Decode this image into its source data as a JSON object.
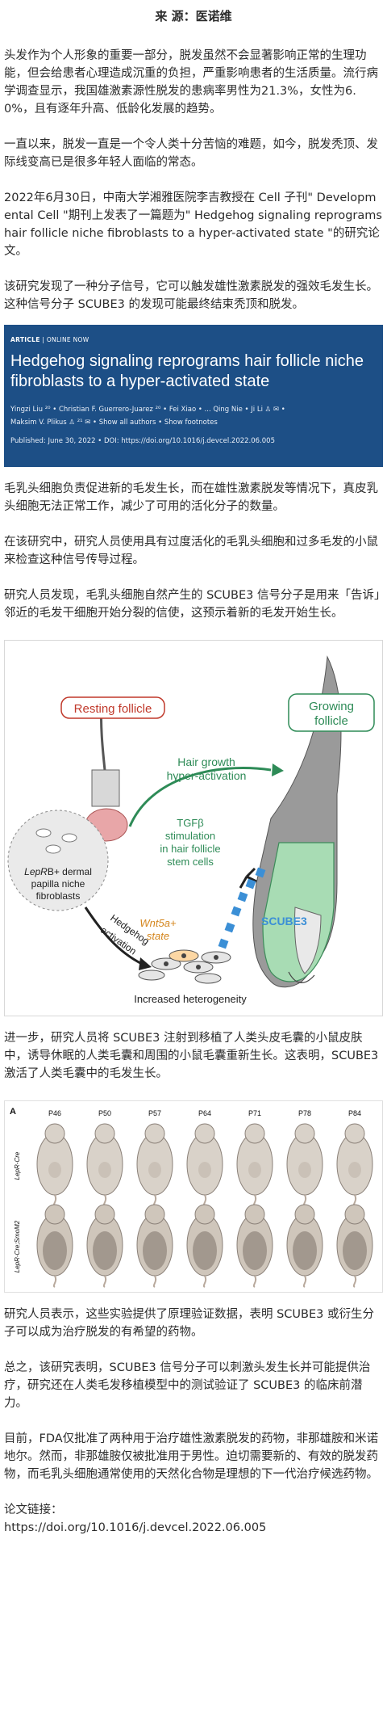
{
  "source": "来 源：医诺维",
  "paragraphs": {
    "p1": "头发作为个人形象的重要一部分，脱发虽然不会显著影响正常的生理功能，但会给患者心理造成沉重的负担，严重影响患者的生活质量。流行病学调查显示，我国雄激素源性脱发的患病率男性为21.3%，女性为6.0%，且有逐年升高、低龄化发展的趋势。",
    "p2": "一直以来，脱发一直是一个令人类十分苦恼的难题，如今，脱发秃顶、发际线变高已是很多年轻人面临的常态。",
    "p3": "2022年6月30日，中南大学湘雅医院李吉教授在 Cell 子刊\" Developmental Cell \"期刊上发表了一篇题为\" Hedgehog signaling reprograms hair follicle niche fibroblasts to a hyper-activated state \"的研究论文。",
    "p4": "该研究发现了一种分子信号，它可以触发雄性激素脱发的强效毛发生长。这种信号分子 SCUBE3 的发现可能最终结束秃顶和脱发。",
    "p5": "毛乳头细胞负责促进新的毛发生长，而在雄性激素脱发等情况下，真皮乳头细胞无法正常工作，减少了可用的活化分子的数量。",
    "p6": "在该研究中，研究人员使用具有过度活化的毛乳头细胞和过多毛发的小鼠来检查这种信号传导过程。",
    "p7": "研究人员发现，毛乳头细胞自然产生的 SCUBE3 信号分子是用来「告诉」邻近的毛发干细胞开始分裂的信使，这预示着新的毛发开始生长。",
    "p8": "进一步，研究人员将 SCUBE3 注射到移植了人类头皮毛囊的小鼠皮肤中，诱导休眠的人类毛囊和周围的小鼠毛囊重新生长。这表明，SCUBE3 激活了人类毛囊中的毛发生长。",
    "p9": "研究人员表示，这些实验提供了原理验证数据，表明 SCUBE3 或衍生分子可以成为治疗脱发的有希望的药物。",
    "p10": "总之，该研究表明，SCUBE3 信号分子可以刺激头发生长并可能提供治疗，研究还在人类毛发移植模型中的测试验证了 SCUBE3 的临床前潜力。",
    "p11": "目前，FDA仅批准了两种用于治疗雄性激素脱发的药物，非那雄胺和米诺地尔。然而，非那雄胺仅被批准用于男性。迫切需要新的、有效的脱发药物，而毛乳头细胞通常使用的天然化合物是理想的下一代治疗候选药物。",
    "link_label": "论文链接：",
    "link_url": "https://doi.org/10.1016/j.devcel.2022.06.005"
  },
  "article": {
    "tag": "ARTICLE",
    "tag2": "| ONLINE NOW",
    "title": "Hedgehog signaling reprograms hair follicle niche fibroblasts to a hyper-activated state",
    "authors_line1": "Yingzi Liu ²⁰ • Christian F. Guerrero-Juarez ²⁰ • Fei Xiao • ... Qing Nie • Ji Li ♙ ✉ •",
    "authors_line2": "Maksim V. Plikus ♙ ²¹ ✉ • Show all authors • Show footnotes",
    "published": "Published: June 30, 2022 • DOI: https://doi.org/10.1016/j.devcel.2022.06.005",
    "bg_color": "#1d4f86"
  },
  "diagram": {
    "resting": "Resting follicle",
    "growing_1": "Growing",
    "growing_2": "follicle",
    "hair_growth_1": "Hair growth",
    "hair_growth_2": "hyper-activation",
    "tgf_1": "TGFβ",
    "tgf_2": "stimulation",
    "tgf_3": "in hair follicle",
    "tgf_4": "stem cells",
    "lepr_1": "LepR",
    "lepr_1b": "B+ dermal",
    "lepr_2": "papilla niche",
    "lepr_3": "fibroblasts",
    "hh_1": "Hedgehog",
    "hh_2": "activation",
    "wnt_1": "Wnt5a+",
    "wnt_2": "state",
    "scube": "SCUBE3",
    "hetero": "Increased heterogeneity",
    "red": "#c0392b",
    "green": "#2e8b57",
    "blue": "#3b8fd6"
  },
  "mice": {
    "panel": "A",
    "ages": [
      "P46",
      "P50",
      "P57",
      "P64",
      "P71",
      "P78",
      "P84"
    ],
    "row1": "LepR-Cre",
    "row2": "LepR-Cre;SmoM2"
  }
}
